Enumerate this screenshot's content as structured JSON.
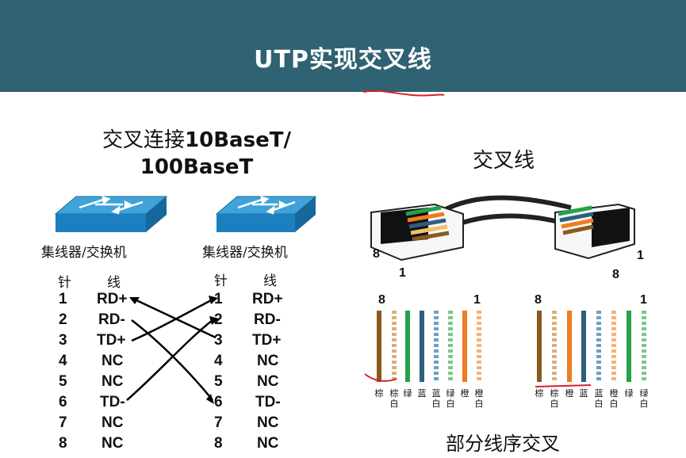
{
  "header": {
    "title": "UTP实现交叉线"
  },
  "left": {
    "title_cn": "交叉连接",
    "title_en1": "10BaseT/",
    "title_en2": "100BaseT",
    "switch_label_left": "集线器/交换机",
    "switch_label_right": "集线器/交换机",
    "col_pin": "针",
    "col_wire": "线",
    "pins_left": [
      "1",
      "2",
      "3",
      "4",
      "5",
      "6",
      "7",
      "8"
    ],
    "signals_left": [
      "RD+",
      "RD-",
      "TD+",
      "NC",
      "NC",
      "TD-",
      "NC",
      "NC"
    ],
    "pins_right": [
      "1",
      "2",
      "3",
      "4",
      "5",
      "6",
      "7",
      "8"
    ],
    "signals_right": [
      "RD+",
      "RD-",
      "TD+",
      "NC",
      "NC",
      "TD-",
      "NC",
      "NC"
    ]
  },
  "right": {
    "title": "交叉线",
    "connector_left_pin8": "8",
    "connector_left_pin1": "1",
    "connector_right_pin1": "1",
    "connector_right_pin8": "8",
    "wiring_a_left_num": "8",
    "wiring_a_right_num": "1",
    "wiring_b_left_num": "8",
    "wiring_b_right_num": "1",
    "wires_a_labels": [
      "棕",
      "棕白",
      "绿",
      "蓝",
      "蓝白",
      "绿白",
      "橙",
      "橙白"
    ],
    "wires_b_labels": [
      "棕",
      "棕白",
      "橙",
      "蓝",
      "蓝白",
      "橙白",
      "绿",
      "绿白"
    ],
    "footer": "部分线序交叉"
  },
  "colors": {
    "header_bg": "#2f6272",
    "brown": "#8a5a1c",
    "green": "#23a24a",
    "blue": "#2d5f7d",
    "orange": "#f07b1e",
    "annotation_red": "#d6202a"
  }
}
